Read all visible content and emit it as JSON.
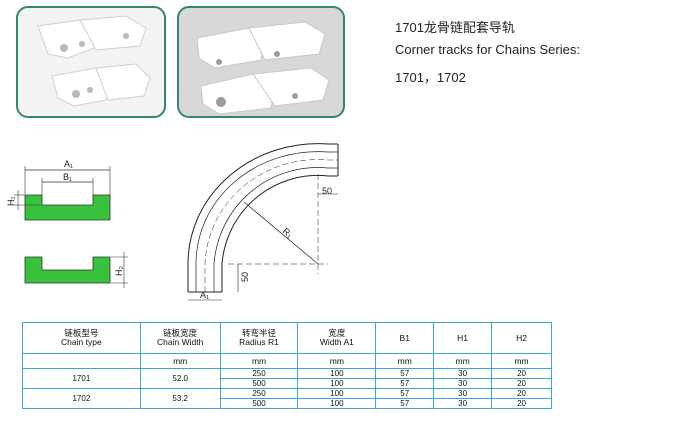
{
  "title": {
    "line1": "1701龙骨链配套导轨",
    "line2": "Corner tracks for Chains Series:",
    "line3": "1701，1702"
  },
  "drawing": {
    "label_a1": "A₁",
    "label_b1": "B₁",
    "label_h1": "H₁",
    "label_h2": "H₂",
    "label_r1": "R₁",
    "label_50_top": "50",
    "label_50_side": "50"
  },
  "colors": {
    "frame": "#2e8b63",
    "profile": "#38c23c",
    "table_border": "#3ba6d6"
  },
  "table": {
    "headers": [
      {
        "cn": "链板型号",
        "en": "Chain type"
      },
      {
        "cn": "链板宽度",
        "en": "Chain Width"
      },
      {
        "cn": "转弯半径",
        "en": "Radius R1"
      },
      {
        "cn": "宽度",
        "en": "Width A1"
      },
      {
        "cn": "",
        "en": "B1"
      },
      {
        "cn": "",
        "en": "H1"
      },
      {
        "cn": "",
        "en": "H2"
      }
    ],
    "units": [
      "",
      "mm",
      "mm",
      "mm",
      "mm",
      "mm",
      "mm"
    ],
    "rows": [
      {
        "chain_type": "1701",
        "chain_width": "52.0",
        "radius": "250",
        "width": "100",
        "b1": "57",
        "h1": "30",
        "h2": "20"
      },
      {
        "radius": "500",
        "width": "100",
        "b1": "57",
        "h1": "30",
        "h2": "20"
      },
      {
        "chain_type": "1702",
        "chain_width": "53.2",
        "radius": "250",
        "width": "100",
        "b1": "57",
        "h1": "30",
        "h2": "20"
      },
      {
        "radius": "500",
        "width": "100",
        "b1": "57",
        "h1": "30",
        "h2": "20"
      }
    ]
  }
}
